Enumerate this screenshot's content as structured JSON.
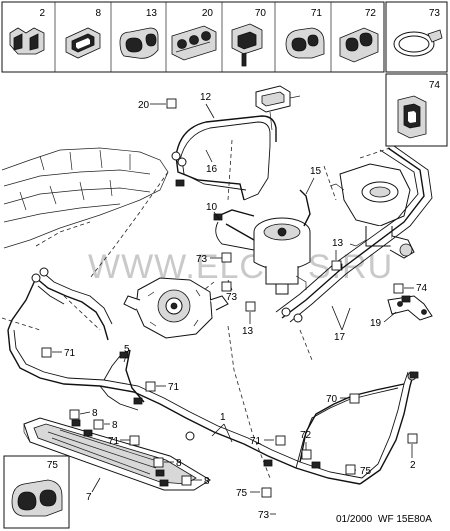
{
  "legend_top": [
    {
      "number": "2",
      "icon": "clip-double-icon"
    },
    {
      "number": "8",
      "icon": "grommet-icon"
    },
    {
      "number": "13",
      "icon": "pipe-clip-icon"
    },
    {
      "number": "20",
      "icon": "multi-clip-icon"
    },
    {
      "number": "70",
      "icon": "tab-clip-icon"
    },
    {
      "number": "71",
      "icon": "pipe-clamp-icon"
    },
    {
      "number": "72",
      "icon": "double-clamp-icon"
    },
    {
      "number": "73",
      "icon": "hose-clamp-icon"
    }
  ],
  "legend_side": {
    "number": "74",
    "icon": "bracket-clip-icon"
  },
  "legend_bottom": {
    "number": "75",
    "icon": "clip-icon"
  },
  "callouts": [
    "20",
    "12",
    "16",
    "15",
    "10",
    "13",
    "73",
    "73",
    "13",
    "74",
    "19",
    "17",
    "71",
    "5",
    "71",
    "8",
    "8",
    "71",
    "70",
    "1",
    "72",
    "71",
    "75",
    "2",
    "8",
    "8",
    "7",
    "75",
    "73"
  ],
  "watermark": "WWW.ELCATS.RU",
  "footer": {
    "date": "01/2000",
    "code": "WF 15E80A"
  }
}
